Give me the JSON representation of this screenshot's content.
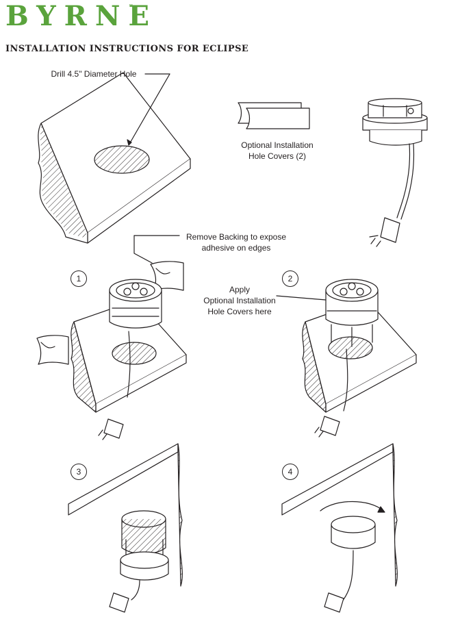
{
  "brand": {
    "name": "BYRNE",
    "mark": "™",
    "color": "#5aa33c"
  },
  "heading": "INSTALLATION INSTRUCTIONS FOR ECLIPSE",
  "labels": {
    "drill": "Drill 4.5\" Diameter Hole",
    "covers_line1": "Optional Installation",
    "covers_line2": "Hole Covers (2)",
    "backing_line1": "Remove Backing to expose",
    "backing_line2": "adhesive on edges",
    "apply_line1": "Apply",
    "apply_line2": "Optional Installation",
    "apply_line3": "Hole Covers here"
  },
  "steps": [
    "1",
    "2",
    "3",
    "4"
  ],
  "icons": [
    "countertop-with-hole",
    "hole-cover-strips",
    "eclipse-power-unit",
    "power-plug",
    "rotate-arrow"
  ]
}
